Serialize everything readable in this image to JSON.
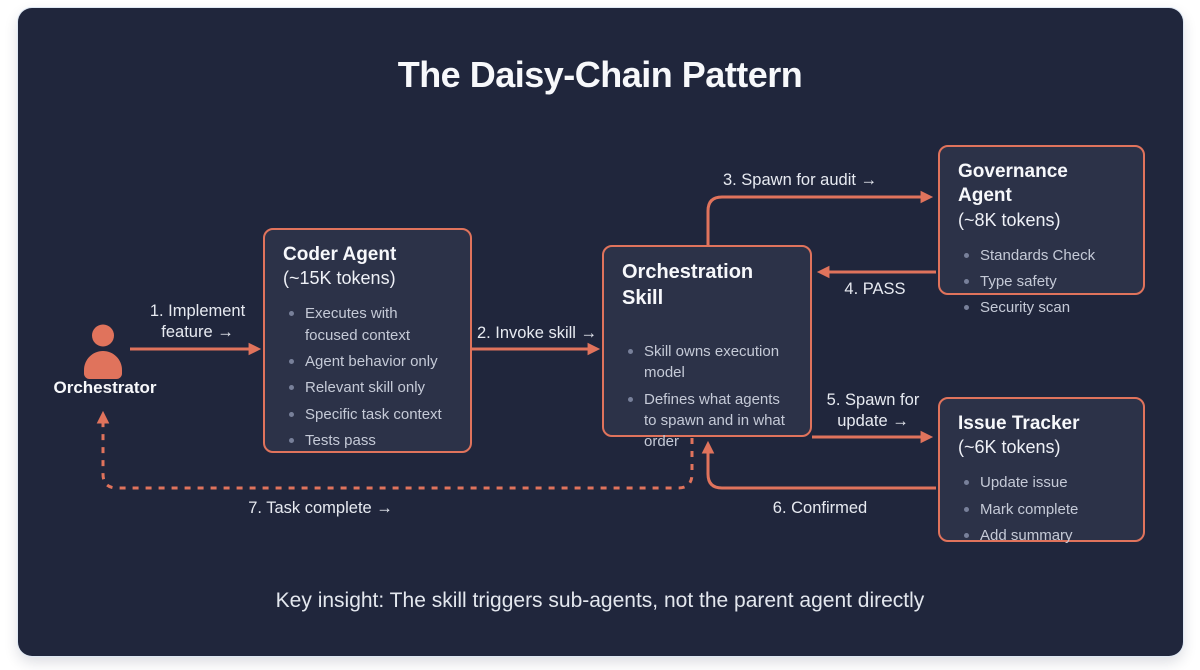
{
  "title": "The Daisy-Chain Pattern",
  "key_insight": "Key insight: The skill triggers sub-agents, not the parent agent directly",
  "orchestrator": {
    "label": "Orchestrator"
  },
  "nodes": {
    "coder": {
      "title": "Coder Agent",
      "subtitle": "(~15K tokens)",
      "bullets": [
        "Executes with focused context",
        "Agent behavior only",
        "Relevant skill only",
        "Specific task context",
        "Tests pass"
      ]
    },
    "skill": {
      "title": "Orchestration Skill",
      "bullets": [
        "Skill owns execution model",
        "Defines what agents to spawn and in what order"
      ]
    },
    "governance": {
      "title": "Governance Agent",
      "subtitle": "(~8K tokens)",
      "bullets": [
        "Standards Check",
        "Type safety",
        "Security scan"
      ]
    },
    "issue": {
      "title": "Issue Tracker",
      "subtitle": "(~6K tokens)",
      "bullets": [
        "Update issue",
        "Mark complete",
        "Add summary"
      ]
    }
  },
  "edges": {
    "implement": {
      "line1": "1. Implement",
      "line2": "feature →"
    },
    "invoke": {
      "label": "2. Invoke skill →"
    },
    "audit": {
      "label": "3. Spawn for audit →"
    },
    "pass": {
      "label": "4. PASS"
    },
    "update": {
      "line1": "5. Spawn for",
      "line2": "update →"
    },
    "confirmed": {
      "label": "6. Confirmed"
    },
    "complete": {
      "label": "7. Task complete →"
    }
  },
  "colors": {
    "accent": "#e0735c",
    "panel_bg": "#20263c",
    "node_bg": "#2c3248",
    "title_text": "#f7f8fb",
    "bullet_text": "#c5cad7",
    "label_text": "#e7eaf1",
    "page_bg": "#ffffff"
  }
}
